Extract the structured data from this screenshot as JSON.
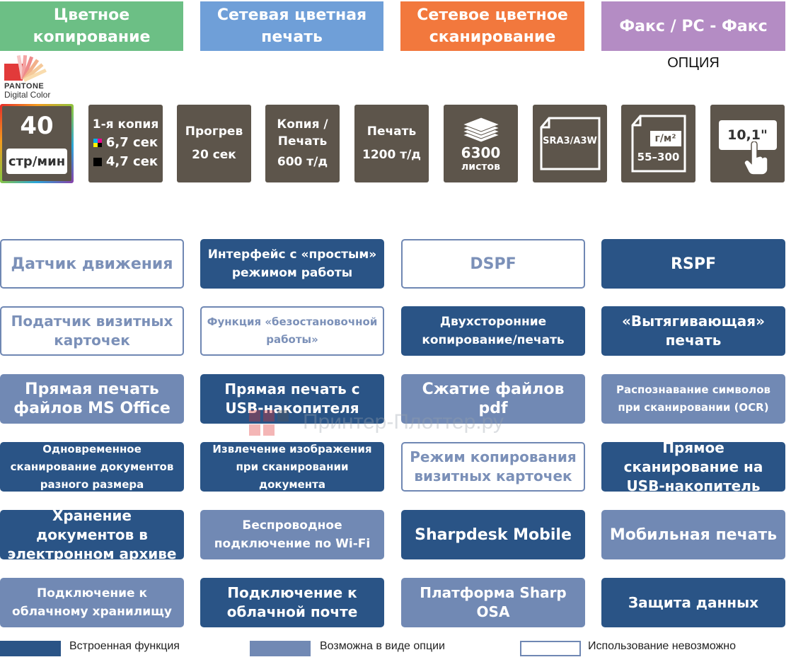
{
  "headers": [
    {
      "label": "Цветное копирование"
    },
    {
      "label": "Сетевая цветная печать"
    },
    {
      "label": "Сетевое цветное сканирование"
    },
    {
      "label": "Факс / PC - Факс"
    }
  ],
  "option_label": "ОПЦИЯ",
  "pantone": {
    "brand": "PANTONE",
    "sub": "Digital Color"
  },
  "specs": {
    "speed_value": "40",
    "speed_unit": "стр/мин",
    "first_copy_label": "1-я копия",
    "first_copy_color": "6,7 сек",
    "first_copy_bw": "4,7 сек",
    "warmup_label": "Прогрев",
    "warmup_value": "20 сек",
    "copy_print_label": "Копия / Печать",
    "copy_print_value": "600 т/д",
    "print_label": "Печать",
    "print_value": "1200 т/д",
    "paper_count": "6300",
    "paper_unit": "листов",
    "paper_size": "SRA3/A3W",
    "weight_unit": "г/м²",
    "weight_range": "55–300",
    "screen_size": "10,1\""
  },
  "features": [
    {
      "label": "Датчик движения"
    },
    {
      "label": "Интерфейс с «простым» режимом работы"
    },
    {
      "label": "DSPF"
    },
    {
      "label": "RSPF"
    },
    {
      "label": "Податчик визитных карточек"
    },
    {
      "label": "Функция «безостановочной работы»"
    },
    {
      "label": "Двухсторонние копирование/печать"
    },
    {
      "label": "«Вытягивающая» печать"
    },
    {
      "label": "Прямая печать файлов MS Office"
    },
    {
      "label": "Прямая печать с USB-накопителя"
    },
    {
      "label": "Сжатие файлов pdf"
    },
    {
      "label": "Распознавание символов при сканировании (OCR)"
    },
    {
      "label": "Одновременное сканирование документов разного размера"
    },
    {
      "label": "Извлечение изображения при сканировании документа"
    },
    {
      "label": "Режим копирования визитных карточек"
    },
    {
      "label": "Прямое сканирование на USB-накопитель"
    },
    {
      "label": "Хранение документов в электронном архиве"
    },
    {
      "label": "Беспроводное подключение по Wi-Fi"
    },
    {
      "label": "Sharpdesk Mobile"
    },
    {
      "label": "Мобильная печать"
    },
    {
      "label": "Подключение к облачному хранилищу"
    },
    {
      "label": "Подключение к облачной почте"
    },
    {
      "label": "Платформа Sharp OSA"
    },
    {
      "label": "Защита данных"
    }
  ],
  "legend": {
    "builtin": "Встроенная функция",
    "optional": "Возможна в виде опции",
    "unavailable": "Использование невозможно"
  },
  "watermark": "Принтер-Плоттер.ру",
  "colors": {
    "header_green": "#6cbf85",
    "header_blue": "#6f9fd8",
    "header_orange": "#f2783d",
    "header_purple": "#b48cc4",
    "builtin": "#2a5486",
    "optional": "#7189b4",
    "spec_tile": "#5d554b"
  }
}
